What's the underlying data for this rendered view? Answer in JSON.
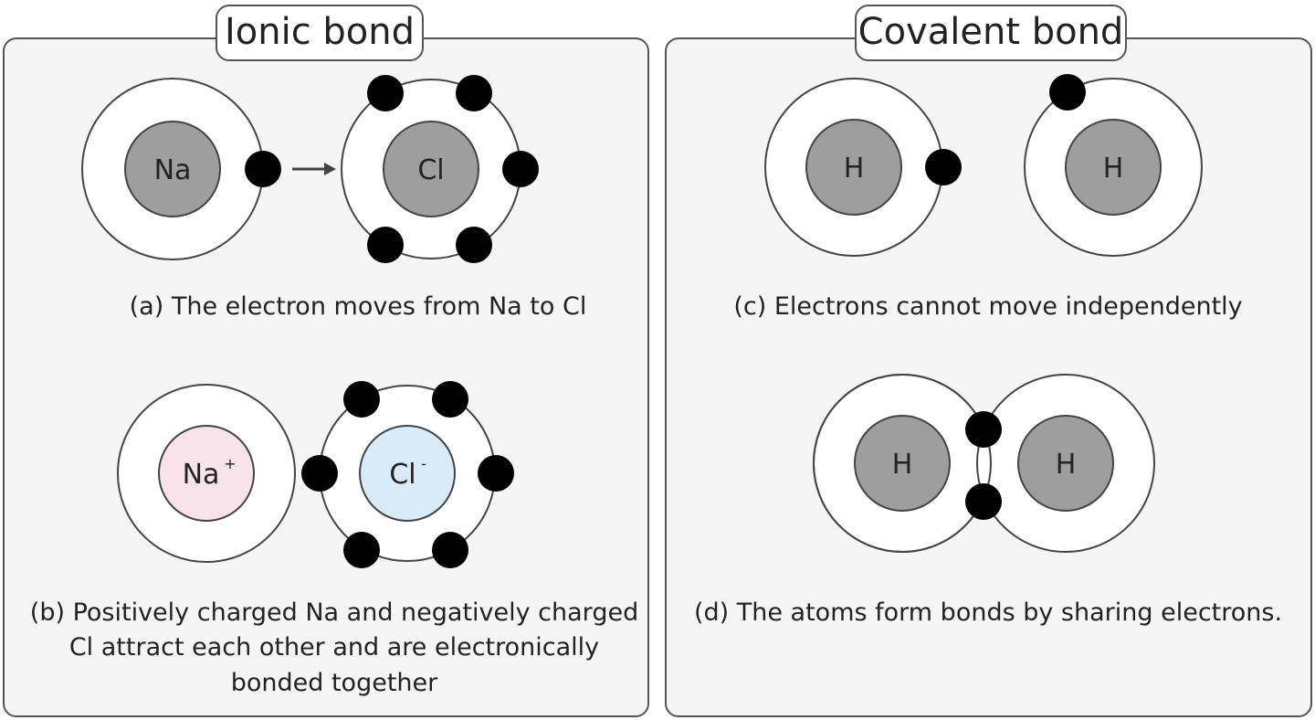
{
  "panels": {
    "ionic": {
      "title": "Ionic bond",
      "caption_a": "(a) The electron moves from Na to Cl",
      "caption_b_line1": "(b) Positively charged Na and negatively charged",
      "caption_b_line2": "Cl attract each other and are electronically",
      "caption_b_line3": "bonded together",
      "atoms": {
        "na": "Na",
        "cl": "Cl",
        "na_ion": "Na",
        "na_ion_charge": "+",
        "cl_ion": "Cl",
        "cl_ion_charge": "-"
      }
    },
    "covalent": {
      "title": "Covalent bond",
      "caption_c": "(c) Electrons cannot move independently",
      "caption_d": "(d) The atoms form bonds by sharing electrons.",
      "atoms": {
        "h_left": "H",
        "h_right": "H",
        "h_bonded_left": "H",
        "h_bonded_right": "H"
      }
    }
  },
  "colors": {
    "panel_bg": "#f5f5f5",
    "panel_border": "#555555",
    "orbit": "#444444",
    "nucleus": "#9e9e9e",
    "electron": "#000000",
    "na_ion_fill": "#f9e3ea",
    "cl_ion_fill": "#d9ebf8",
    "shared_bg": "#ffffff"
  }
}
